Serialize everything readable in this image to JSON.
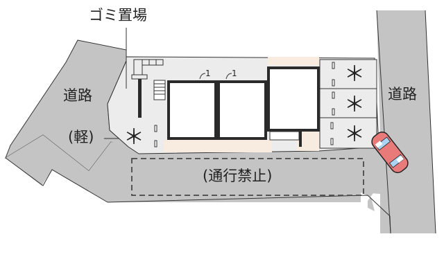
{
  "diagram": {
    "type": "site-plan",
    "labels": {
      "garbage_area": "ゴミ置場",
      "road_left": "道路",
      "road_right": "道路",
      "kei_parking": "(軽)",
      "no_passage": "(通行禁止)"
    },
    "parking_spaces": [
      {
        "marker": "＊",
        "type": "kei"
      },
      {
        "marker": "＊",
        "type": "standard"
      },
      {
        "marker": "＊",
        "type": "standard"
      },
      {
        "marker": "＊",
        "type": "standard"
      }
    ],
    "room_marks": [
      "1",
      "1"
    ],
    "colors": {
      "road": "#c4c4c4",
      "lot": "#ececec",
      "building_fill": "#ffffff",
      "wall": "#2a2a2a",
      "garden": "#f8ece0",
      "car_body": "#e87a7a",
      "car_window": "#a9d4f2",
      "dash": "#555555"
    },
    "caption_partial": ""
  }
}
